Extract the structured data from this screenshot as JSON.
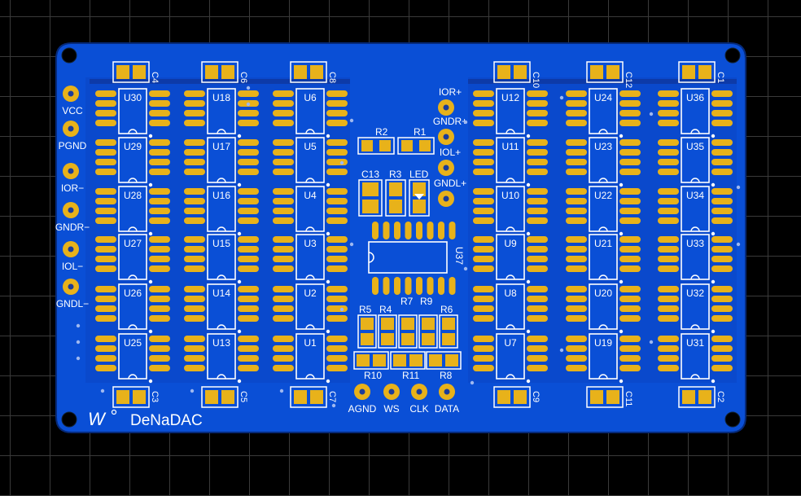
{
  "board": {
    "name": "DeNaDAC",
    "logo": "W",
    "colors": {
      "board": "#0a4fd6",
      "copper": "#0b3fb8",
      "pad": "#e8b21a",
      "silkscreen": "#ffffff",
      "dark_pad": "#1b3c9a"
    },
    "left_connector": [
      "VCC",
      "PGND",
      "IOR−",
      "GNDR−",
      "IOL−",
      "GNDL−"
    ],
    "right_connector": [
      "IOR+",
      "GNDR+",
      "IOL+",
      "GNDL+"
    ],
    "bottom_connector": [
      "AGND",
      "WS",
      "CLK",
      "DATA"
    ],
    "columns": [
      {
        "cap_top": "C4",
        "cap_bottom": "C3",
        "chips": [
          "U30",
          "U29",
          "U28",
          "U27",
          "U26",
          "U25"
        ]
      },
      {
        "cap_top": "C6",
        "cap_bottom": "C5",
        "chips": [
          "U18",
          "U17",
          "U16",
          "U15",
          "U14",
          "U13"
        ]
      },
      {
        "cap_top": "C8",
        "cap_bottom": "C7",
        "chips": [
          "U6",
          "U5",
          "U4",
          "U3",
          "U2",
          "U1"
        ]
      },
      {
        "cap_top": "C10",
        "cap_bottom": "C9",
        "chips": [
          "U12",
          "U11",
          "U10",
          "U9",
          "U8",
          "U7"
        ]
      },
      {
        "cap_top": "C12",
        "cap_bottom": "C11",
        "chips": [
          "U24",
          "U23",
          "U22",
          "U21",
          "U20",
          "U19"
        ]
      },
      {
        "cap_top": "C1",
        "cap_bottom": "C2",
        "chips": [
          "U36",
          "U35",
          "U34",
          "U33",
          "U32",
          "U31"
        ]
      }
    ],
    "center_ic": "U37",
    "center_parts": {
      "r2": "R2",
      "r1": "R1",
      "c13": "C13",
      "r3": "R3",
      "led": "LED",
      "r5": "R5",
      "r4": "R4",
      "r7": "R7",
      "r9": "R9",
      "r6": "R6",
      "r10": "R10",
      "r11": "R11",
      "r8": "R8"
    }
  }
}
